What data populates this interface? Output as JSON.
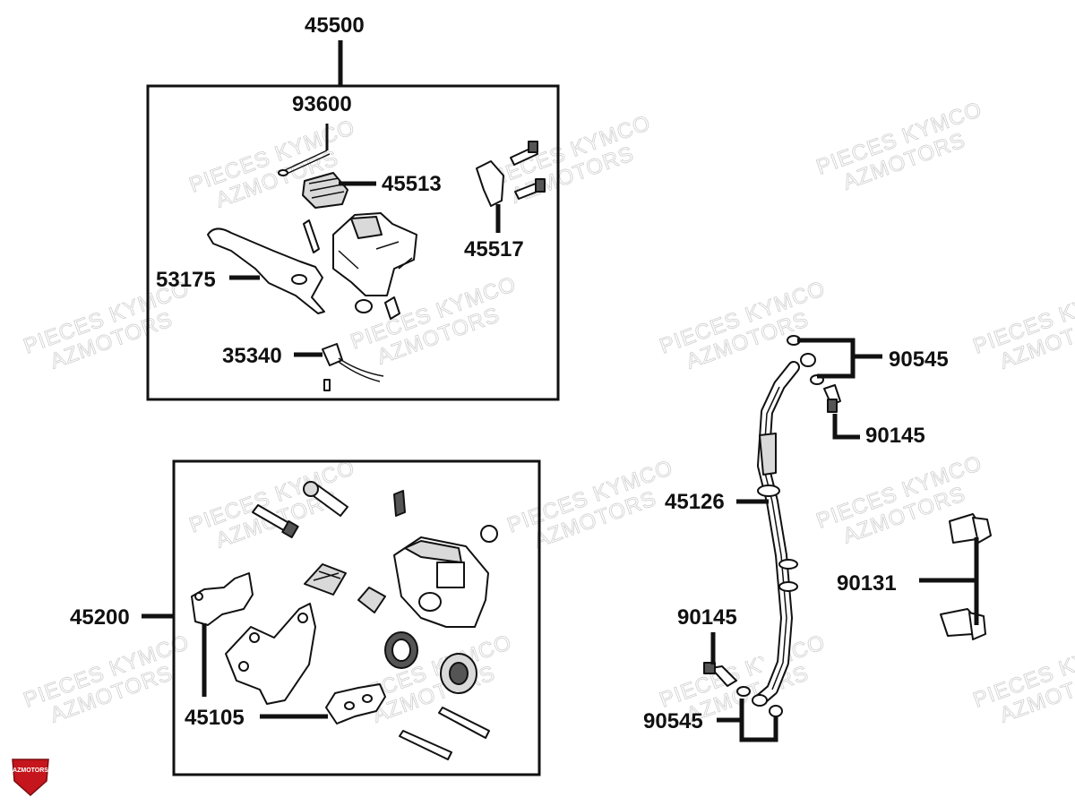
{
  "diagram": {
    "labels": {
      "p45500": "45500",
      "p93600": "93600",
      "p45513": "45513",
      "p45517": "45517",
      "p53175": "53175",
      "p35340": "35340",
      "p45200": "45200",
      "p45105": "45105",
      "p90545_top": "90545",
      "p90145_top": "90145",
      "p45126": "45126",
      "p90131": "90131",
      "p90145_bottom": "90145",
      "p90545_bottom": "90545"
    },
    "watermark": {
      "line1": "PIECES KYMCO",
      "line2": "AZMOTORS"
    },
    "logo": {
      "text": "AZMOTORS",
      "color": "#c4161c"
    }
  }
}
